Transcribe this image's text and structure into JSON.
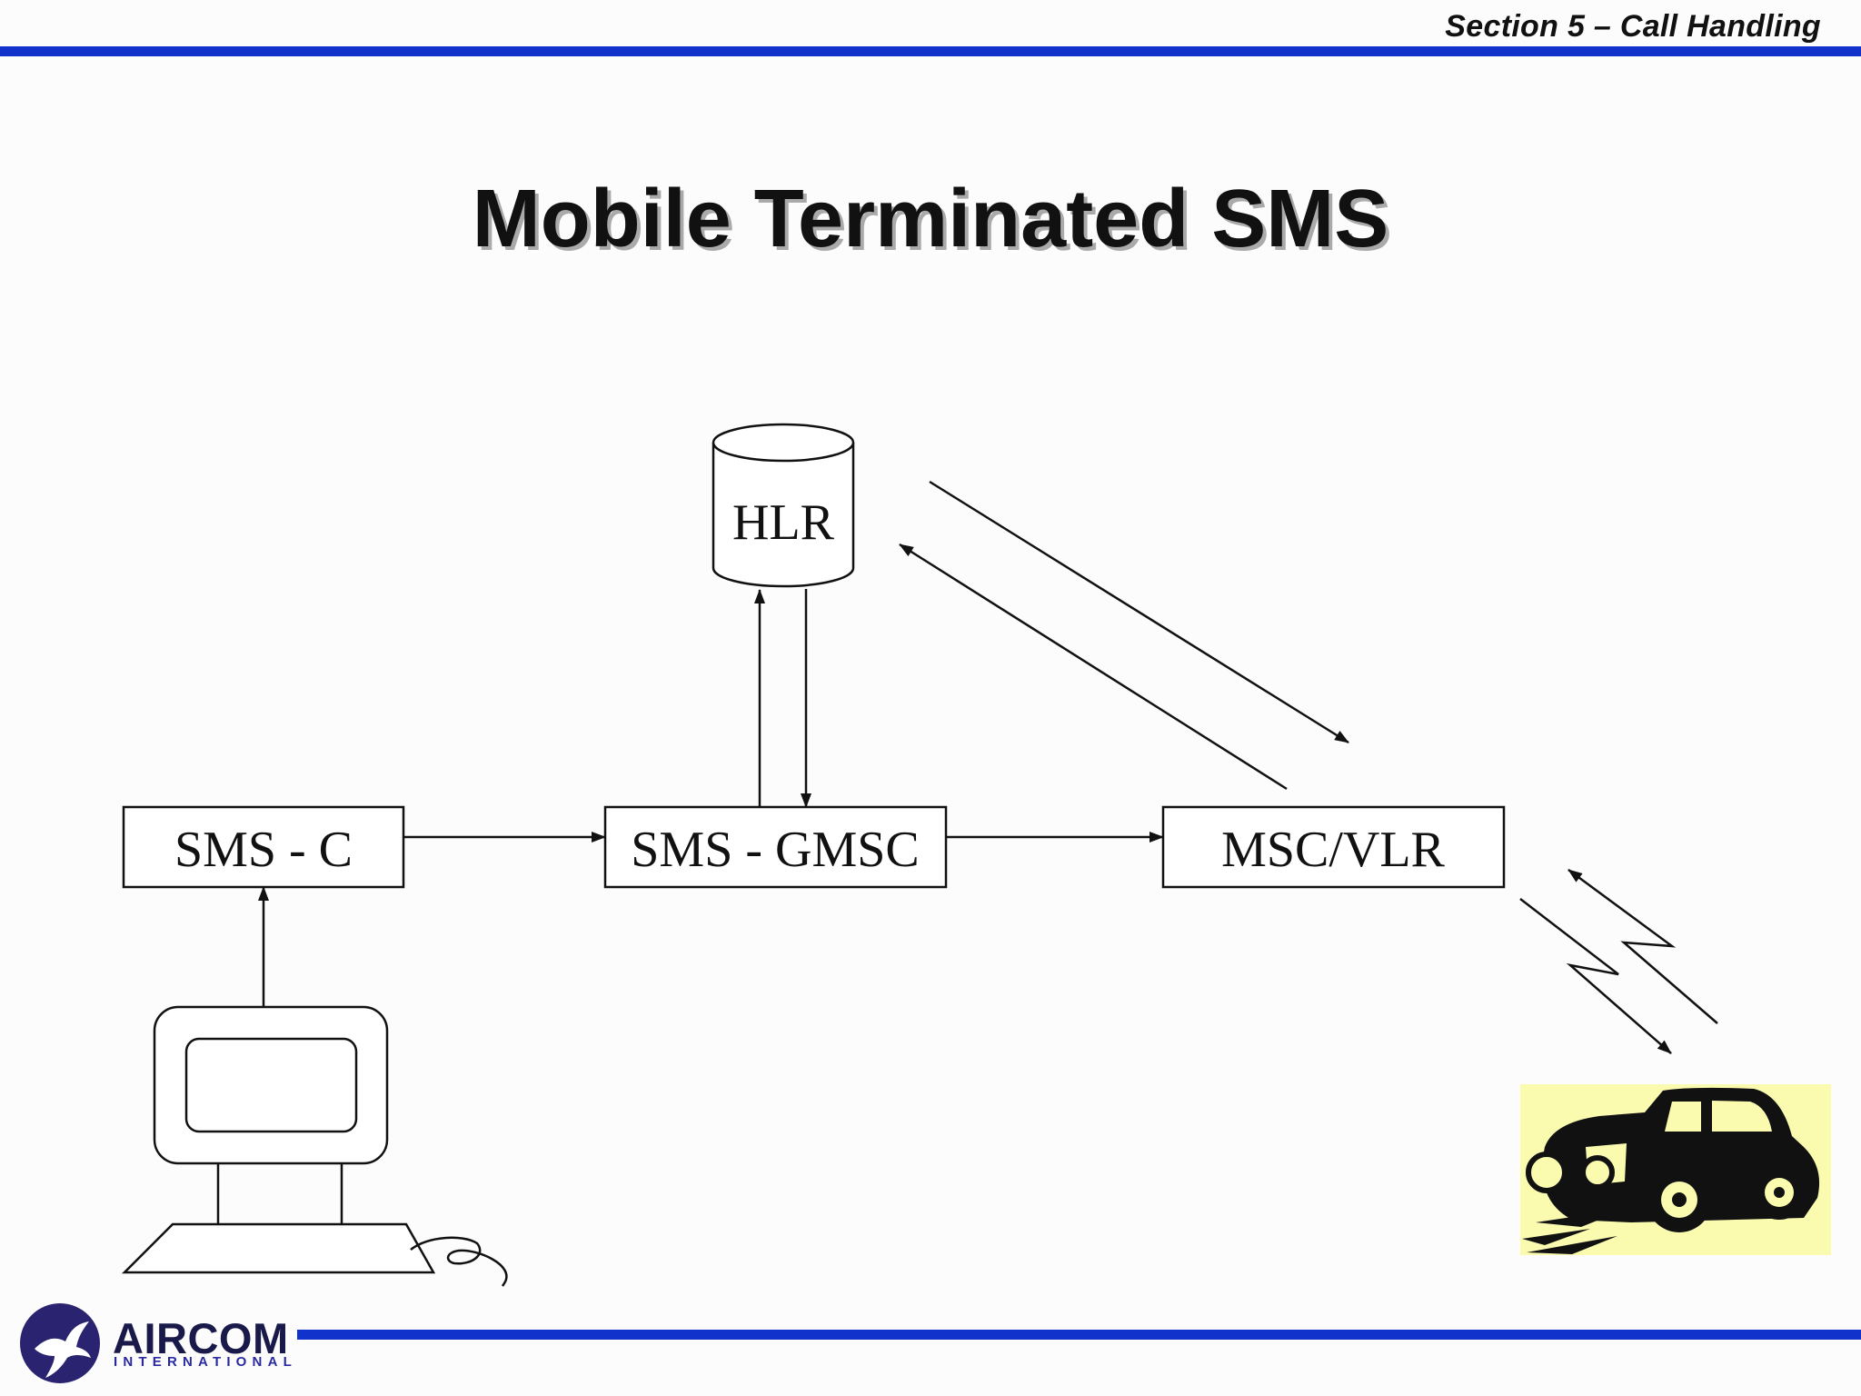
{
  "header": {
    "section_title": "Section 5 – Call Handling"
  },
  "slide": {
    "title": "Mobile Terminated SMS"
  },
  "diagram": {
    "nodes": {
      "hlr": "HLR",
      "sms_c": "SMS - C",
      "sms_gmsc": "SMS - GMSC",
      "msc_vlr": "MSC/VLR"
    },
    "icons": [
      "computer-terminal-icon",
      "car-icon",
      "radio-link-icon",
      "database-icon"
    ]
  },
  "footer": {
    "logo_word": "AIRCOM",
    "logo_sub": "INTERNATIONAL"
  },
  "colors": {
    "rule_blue": "#1133cc",
    "logo_navy": "#2a2470",
    "car_background": "#fbfbb0"
  }
}
